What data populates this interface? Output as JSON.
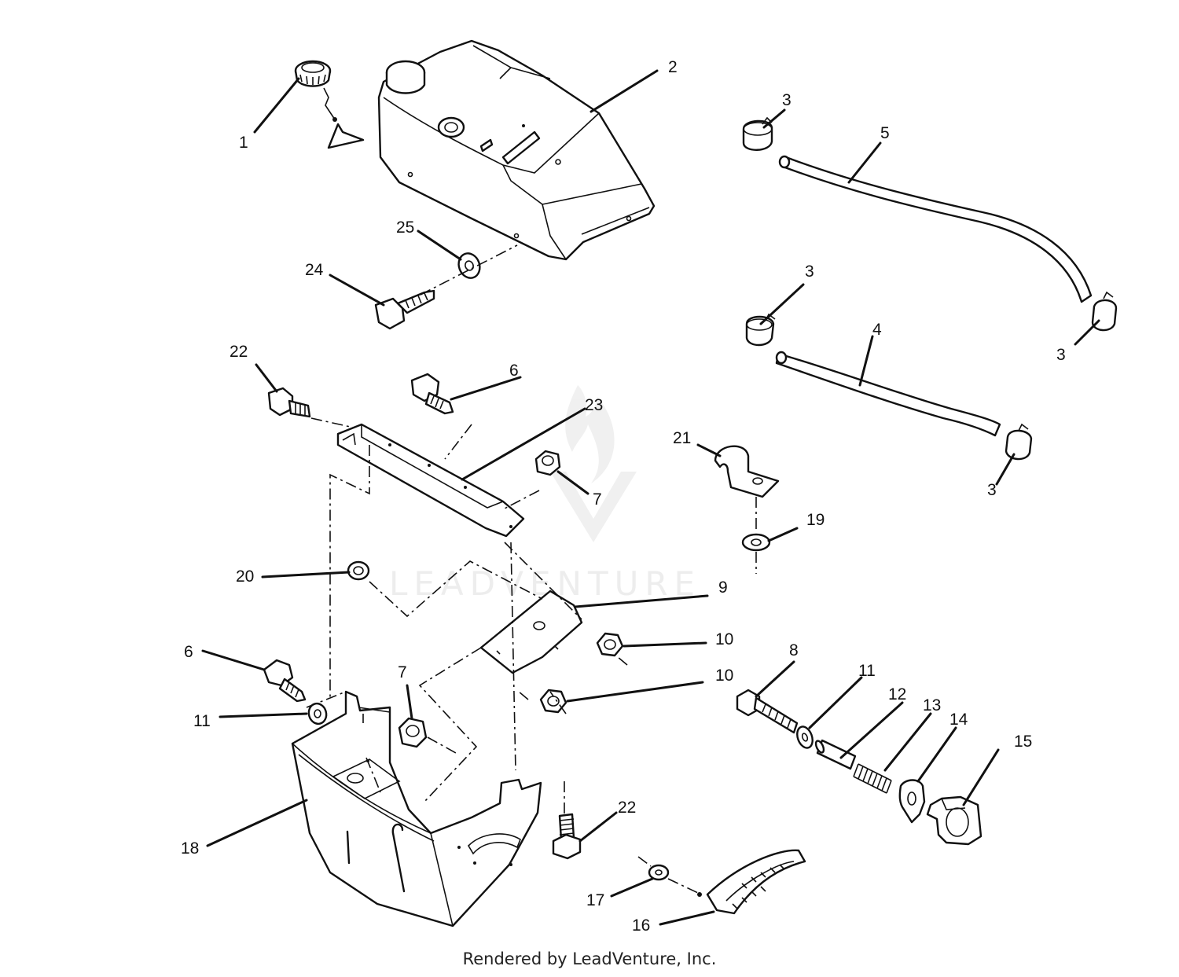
{
  "watermark": {
    "text": "LEADVENTURE"
  },
  "footer": {
    "text": "Rendered by LeadVenture, Inc."
  },
  "callouts": {
    "c1": "1",
    "c2": "2",
    "c3a": "3",
    "c3b": "3",
    "c3c": "3",
    "c3d": "3",
    "c4": "4",
    "c5": "5",
    "c6a": "6",
    "c6b": "6",
    "c7a": "7",
    "c7b": "7",
    "c8": "8",
    "c9": "9",
    "c10a": "10",
    "c10b": "10",
    "c11a": "11",
    "c11b": "11",
    "c12": "12",
    "c13": "13",
    "c14": "14",
    "c15": "15",
    "c16": "16",
    "c17": "17",
    "c18": "18",
    "c19": "19",
    "c20": "20",
    "c21": "21",
    "c22a": "22",
    "c22b": "22",
    "c23": "23",
    "c24": "24",
    "c25": "25"
  }
}
